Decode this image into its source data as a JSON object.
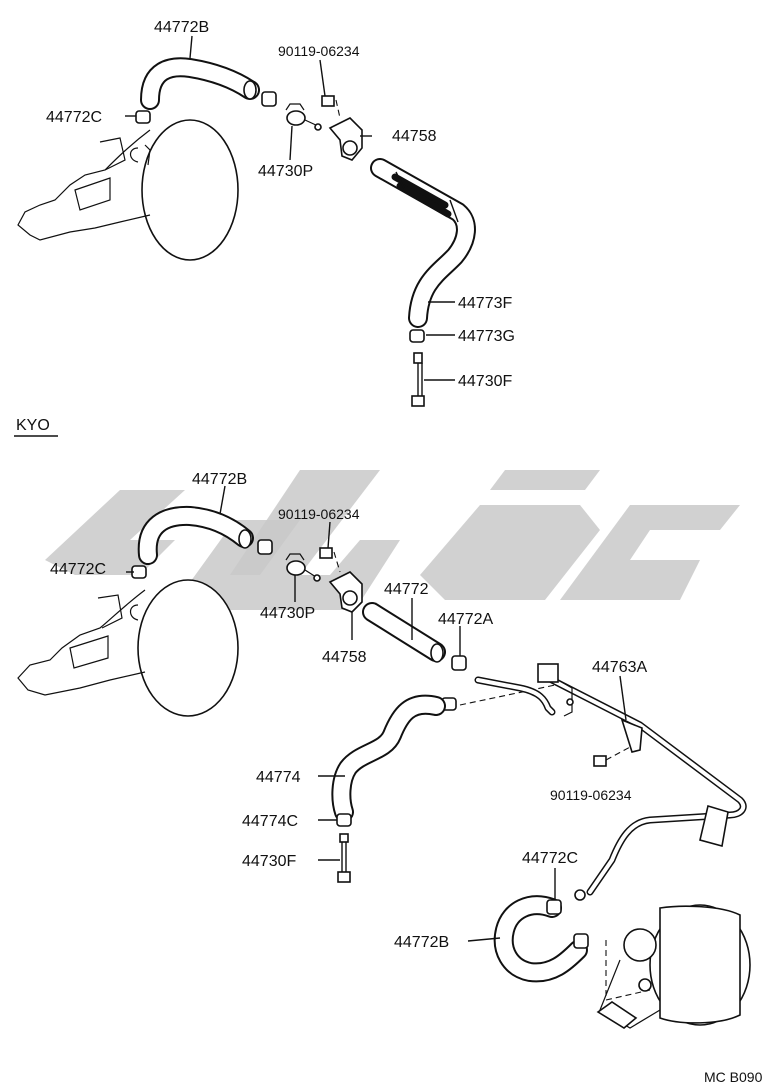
{
  "top_section": {
    "labels": {
      "p44772B": "44772B",
      "p44772C": "44772C",
      "p90119": "90119-06234",
      "p44758": "44758",
      "p44730P": "44730P",
      "p44773F": "44773F",
      "p44773G": "44773G",
      "p44730F": "44730F"
    }
  },
  "variant_label": "KYO",
  "bottom_section": {
    "labels": {
      "p44772B": "44772B",
      "p44772C": "44772C",
      "p90119": "90119-06234",
      "p44730P": "44730P",
      "p44758": "44758",
      "p44772": "44772",
      "p44772A": "44772A",
      "p44763A": "44763A",
      "p90119b": "90119-06234",
      "p44774": "44774",
      "p44774C": "44774C",
      "p44730F": "44730F",
      "p44772C_b": "44772C",
      "p44772B_b": "44772B"
    }
  },
  "footer_code": "MC B090",
  "colors": {
    "ink": "#111111",
    "watermark": "#c9c9c9",
    "background": "#ffffff"
  },
  "icons": [
    "brake-booster-icon",
    "hose-icon",
    "clamp-icon",
    "check-valve-icon",
    "bracket-icon",
    "bolt-icon",
    "vacuum-tank-icon"
  ]
}
